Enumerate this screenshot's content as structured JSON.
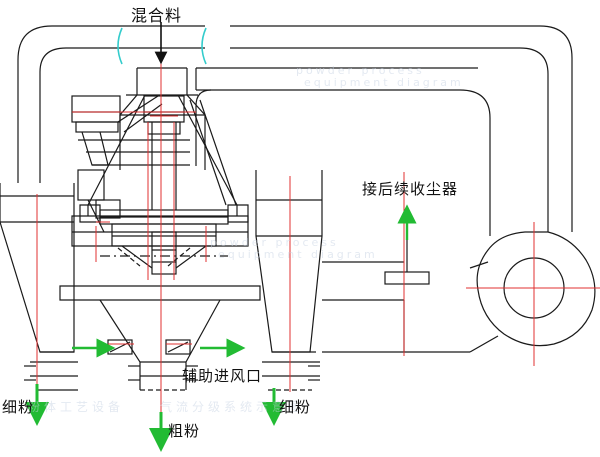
{
  "diagram": {
    "title_label": "混合料",
    "labels": {
      "feed_inlet": "混合料",
      "dust_collector": "接后续收尘器",
      "auxiliary_air_inlet": "辅助进风口",
      "fine_powder_left": "细粉",
      "coarse_powder": "粗粉",
      "fine_powder_right": "细粉"
    },
    "watermarks": {
      "line1": "powder process",
      "line2": "equipment diagram",
      "line3": "powder process",
      "line4": "equipment diagram",
      "line5": "粉体工艺设备",
      "line6": "气流分级系统示意图"
    },
    "colors": {
      "outline": "#1a1a1a",
      "centerline": "#e03030",
      "flow_arrow": "#22bb33",
      "accent": "#33cccc",
      "background": "#ffffff",
      "watermark": "#c9d4e4"
    },
    "components": [
      {
        "name": "feed-hopper",
        "label": "混合料"
      },
      {
        "name": "classifier-body",
        "label": ""
      },
      {
        "name": "classifier-rotor",
        "label": ""
      },
      {
        "name": "drive-motor",
        "label": ""
      },
      {
        "name": "left-cyclone",
        "label": "细粉"
      },
      {
        "name": "right-cyclone",
        "label": "细粉"
      },
      {
        "name": "coarse-outlet-cone",
        "label": "粗粉"
      },
      {
        "name": "centrifugal-fan",
        "label": ""
      },
      {
        "name": "return-duct-left",
        "label": ""
      },
      {
        "name": "return-duct-right",
        "label": ""
      },
      {
        "name": "dust-collector-branch",
        "label": "接后续收尘器"
      },
      {
        "name": "auxiliary-air-damper-left",
        "label": "辅助进风口"
      },
      {
        "name": "auxiliary-air-damper-right",
        "label": "辅助进风口"
      }
    ]
  }
}
